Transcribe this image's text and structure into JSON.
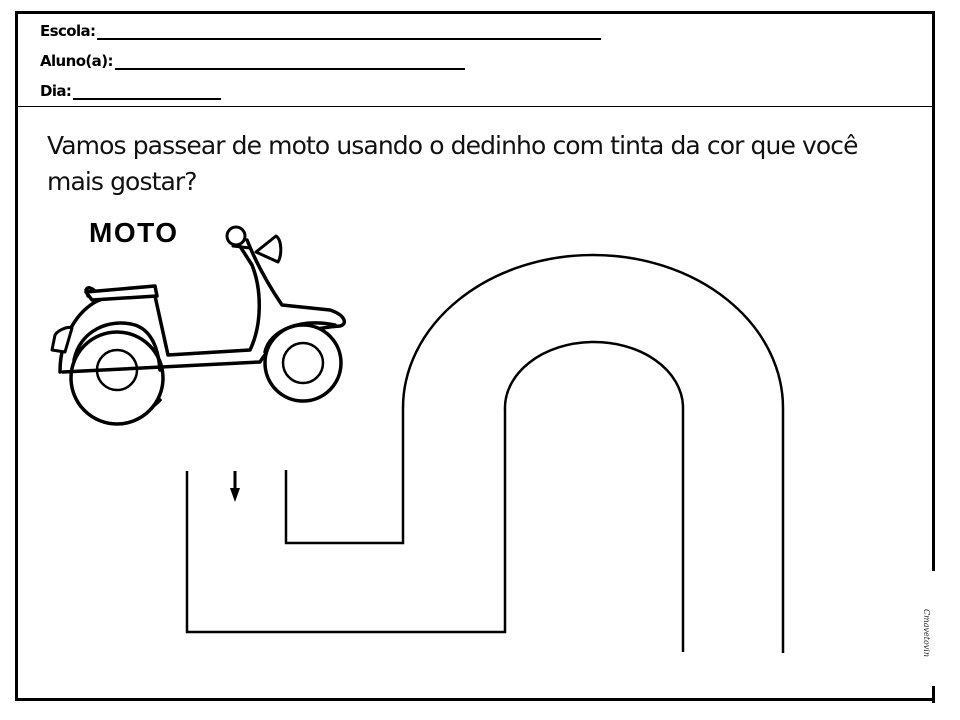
{
  "header": {
    "fields": [
      {
        "label": "Escola:",
        "value": ""
      },
      {
        "label": "Aluno(a):",
        "value": ""
      },
      {
        "label": "Dia:",
        "value": ""
      }
    ]
  },
  "instruction": {
    "text": "Vamos passear de moto usando o dedinho com tinta da cor que você mais gostar?"
  },
  "illustration": {
    "title": "MOTO",
    "subject": "scooter-drawing"
  },
  "maze": {
    "start_marker": "arrow-down",
    "description": "Road path starting at arrow, going down, right, up over an arch and down"
  },
  "signature": {
    "text": "Cmavetovin"
  },
  "colors": {
    "ink": "#000000",
    "paper": "#ffffff"
  }
}
